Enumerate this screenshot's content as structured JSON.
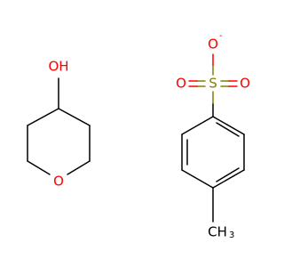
{
  "molecules": {
    "oxanol": {
      "hydroxyl_label": "OH",
      "ring_oxygen_label": "O"
    },
    "tosylate": {
      "oxygen_top_label": "O",
      "charge_label": "-",
      "sulfur_label": "S",
      "oxygen_left_label": "O",
      "oxygen_right_label": "O",
      "methyl_label": "CH",
      "methyl_subscript": "3"
    }
  },
  "colors": {
    "oxygen": "#ff0000",
    "sulfur": "#808000",
    "carbon": "#000000",
    "background": "#ffffff"
  }
}
